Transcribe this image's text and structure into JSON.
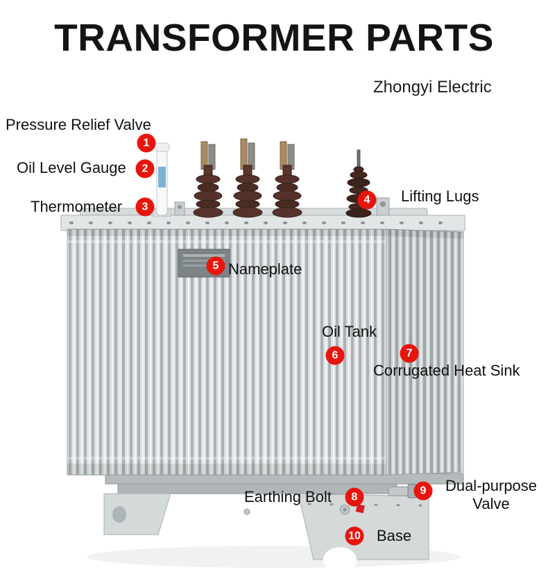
{
  "title": "TRANSFORMER PARTS",
  "subtitle": "Zhongyi Electric",
  "colors": {
    "badge": "#e8150d",
    "title": "#141414",
    "tank_body": "#dde1e2",
    "bushing_brown": "#55332a",
    "oil_gauge_blue": "#7fb3d6"
  },
  "parts": [
    {
      "number": "1",
      "label": "Pressure Relief Valve"
    },
    {
      "number": "2",
      "label": "Oil Level Gauge"
    },
    {
      "number": "3",
      "label": "Thermometer"
    },
    {
      "number": "4",
      "label": "Lifting Lugs"
    },
    {
      "number": "5",
      "label": "Nameplate"
    },
    {
      "number": "6",
      "label": "Oil Tank"
    },
    {
      "number": "7",
      "label": "Corrugated Heat Sink"
    },
    {
      "number": "8",
      "label": "Earthing Bolt"
    },
    {
      "number": "9",
      "label": "Dual-purpose Valve"
    },
    {
      "number": "10",
      "label": "Base"
    }
  ]
}
